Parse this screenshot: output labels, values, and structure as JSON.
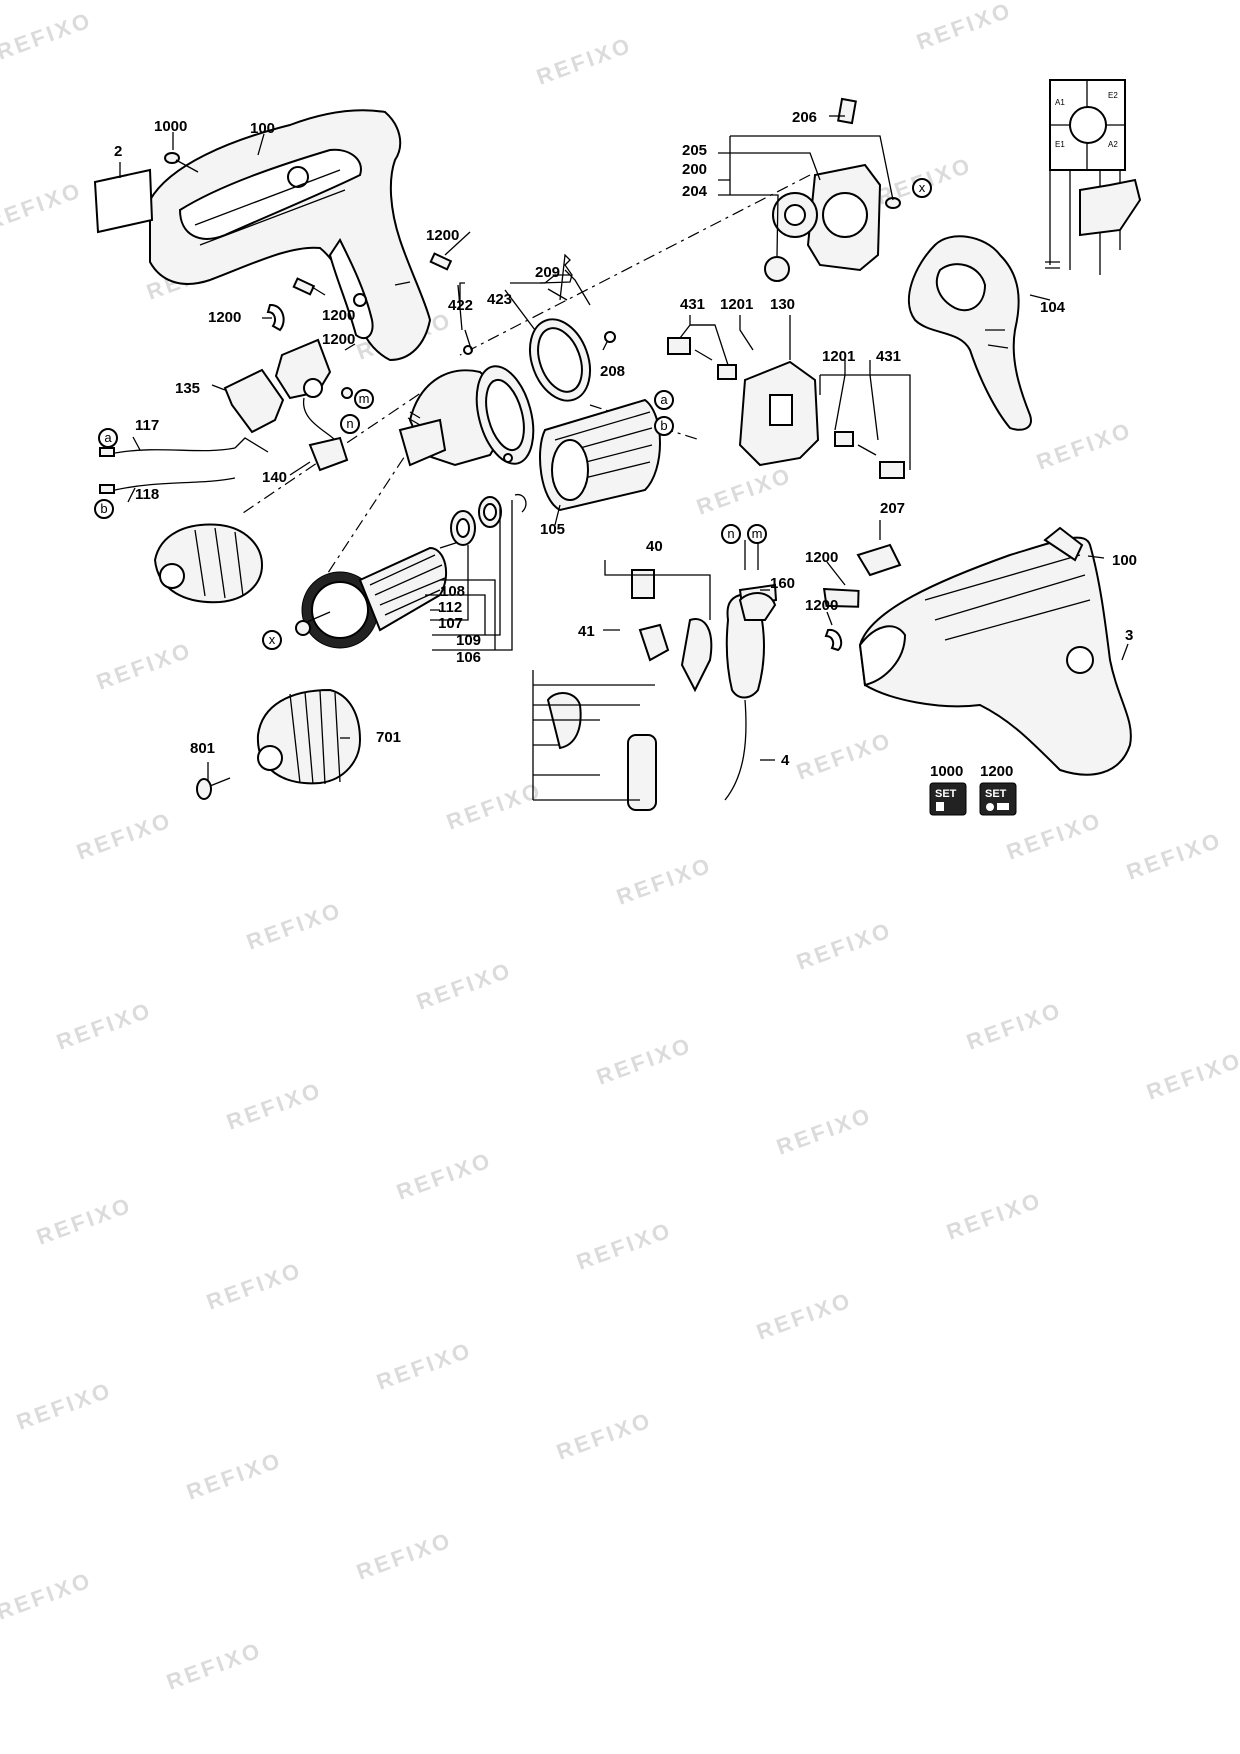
{
  "watermark": "REFIXO",
  "labels": {
    "l2": "2",
    "l1000a": "1000",
    "l100a": "100",
    "l1200a": "1200",
    "l1200b": "1200",
    "l1200c": "1200",
    "l1200d": "1200",
    "l209": "209",
    "l422": "422",
    "l423": "423",
    "l208": "208",
    "l135": "135",
    "l117": "117",
    "l118": "118",
    "l140": "140",
    "l206": "206",
    "l205": "205",
    "l200": "200",
    "l204": "204",
    "l104": "104",
    "l431a": "431",
    "l1201a": "1201",
    "l130": "130",
    "l1201b": "1201",
    "l431b": "431",
    "l105": "105",
    "l207": "207",
    "l100b": "100",
    "l1200e": "1200",
    "l1200f": "1200",
    "l3": "3",
    "l40": "40",
    "l41": "41",
    "l160": "160",
    "l4": "4",
    "l108": "108",
    "l112": "112",
    "l107": "107",
    "l109": "109",
    "l106": "106",
    "l701": "701",
    "l801": "801",
    "l1000b": "1000",
    "l1200g": "1200"
  },
  "connectors": {
    "a": "a",
    "b": "b",
    "m": "m",
    "n": "n",
    "x": "x"
  },
  "schematic": {
    "A1": "A1",
    "E2": "E2",
    "E1": "E1",
    "A2": "A2"
  },
  "set_badges": {
    "set1": "SET",
    "set2": "SET"
  }
}
